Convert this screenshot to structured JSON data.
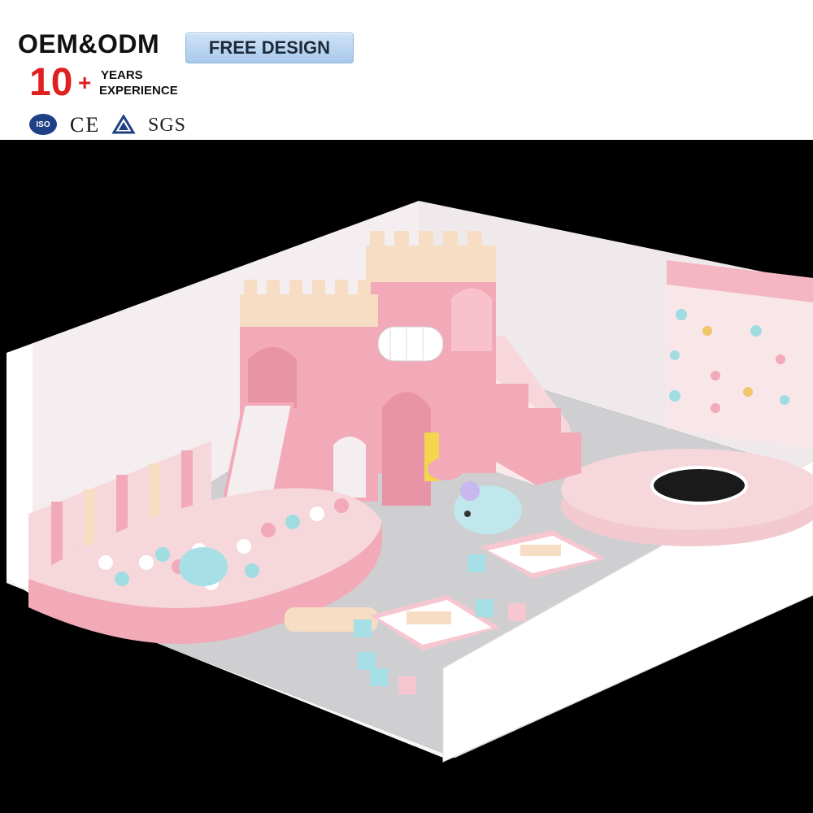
{
  "header": {
    "brand": "OEM&ODM",
    "badge": "FREE DESIGN",
    "experience_number": "10",
    "experience_plus": "+",
    "experience_line1": "YEARS",
    "experience_line2": "EXPERIENCE"
  },
  "certifications": {
    "iso": "ISO",
    "ce": "CE",
    "tuv": "TÜV",
    "sgs": "SGS"
  },
  "scene": {
    "background": "#000000",
    "wall_color": "#f4eef0",
    "floor_color": "#cfcfd2",
    "pink": "#f2a9b8",
    "cream": "#f6ddc3",
    "accent_blue": "#9fdde3"
  }
}
